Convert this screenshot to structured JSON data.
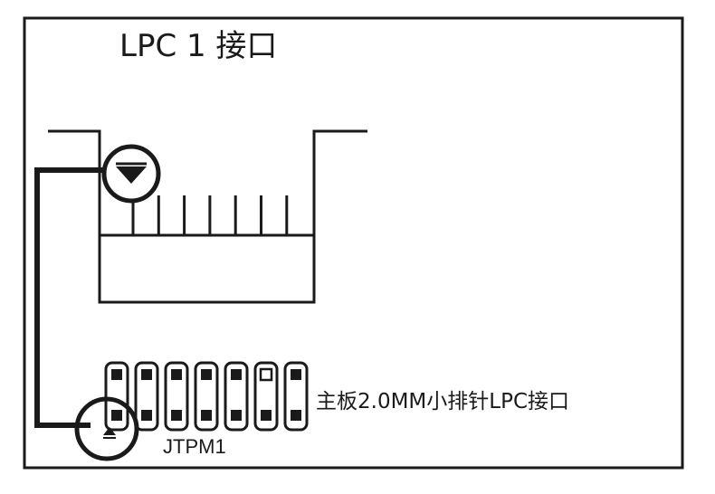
{
  "title": "LPC 1 接口",
  "header_label": "主板2.0MM小排针LPC接口",
  "header_id": "JTPM1",
  "colors": {
    "ink": "#1a1a1a",
    "background": "#ffffff"
  },
  "connector": {
    "pin_count": 7,
    "pin1_marker": "triangle-down"
  },
  "header": {
    "columns": 7,
    "rows": 2,
    "pin1_marker": "triangle-up",
    "square_pad_column": 5,
    "square_pad_row": 1
  },
  "icons": [
    "pin1-marker-down-icon",
    "pin1-marker-up-icon"
  ]
}
